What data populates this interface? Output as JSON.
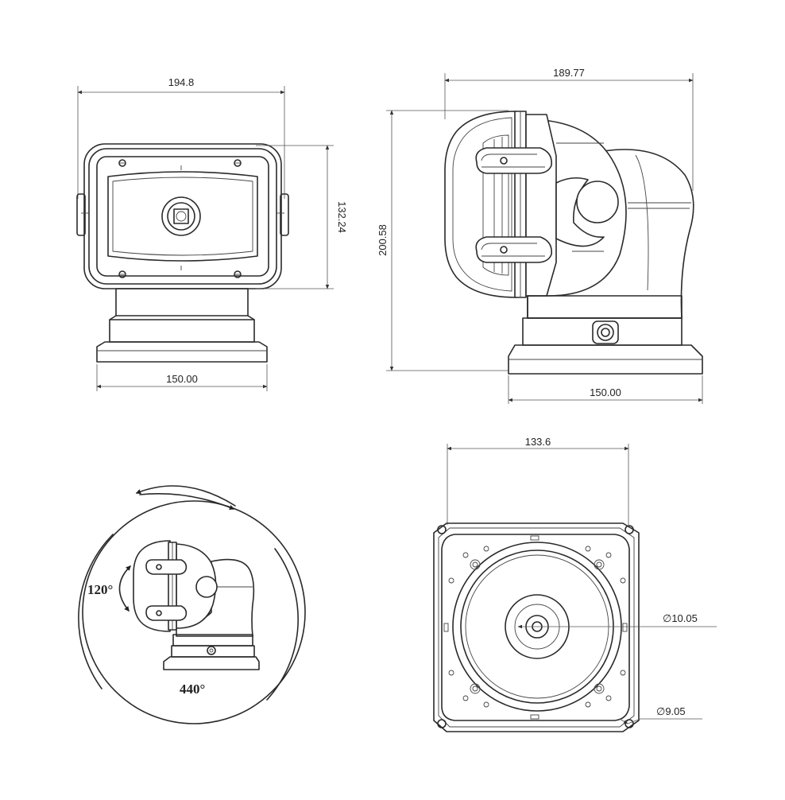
{
  "views": {
    "front": {
      "width_label": "194.8",
      "height_label": "132.24",
      "base_label": "150.00"
    },
    "side": {
      "width_label": "189.77",
      "height_label": "200.58",
      "base_label": "150.00"
    },
    "rotation": {
      "tilt_label": "120°",
      "pan_label": "440°"
    },
    "base": {
      "width_label": "133.6",
      "center_hole_label": "∅10.05",
      "mount_hole_label": "∅9.05"
    }
  }
}
